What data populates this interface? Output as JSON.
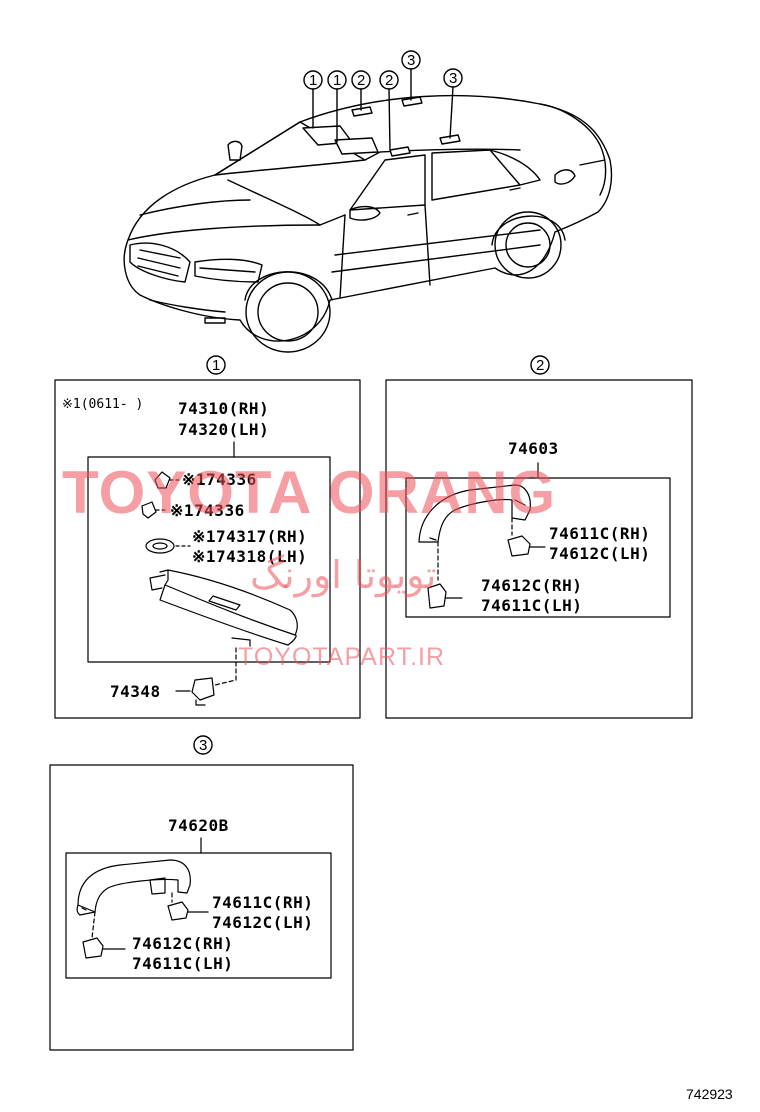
{
  "figure_number": "742923",
  "callouts": {
    "top": [
      "1",
      "1",
      "2",
      "2",
      "3",
      "3"
    ],
    "panel1": "1",
    "panel2": "2",
    "panel3": "3"
  },
  "panel1": {
    "note": "※1(0611-   )",
    "assembly_rh": "74310(RH)",
    "assembly_lh": "74320(LH)",
    "clip_a": "※174336",
    "clip_b": "※174336",
    "holder_rh": "※174317(RH)",
    "holder_lh": "※174318(LH)",
    "bracket": "74348"
  },
  "panel2": {
    "assembly": "74603",
    "cap_upper_rh": "74611C(RH)",
    "cap_upper_lh": "74612C(LH)",
    "cap_lower_rh": "74612C(RH)",
    "cap_lower_lh": "74611C(LH)"
  },
  "panel3": {
    "assembly": "74620B",
    "cap_upper_rh": "74611C(RH)",
    "cap_upper_lh": "74612C(LH)",
    "cap_lower_rh": "74612C(RH)",
    "cap_lower_lh": "74611C(LH)"
  },
  "watermark": {
    "brand": "TOYOTA ORANG",
    "persian": "تویوتا اورنگ",
    "site": "TOYOTAPART.IR",
    "color": "#ec505a"
  }
}
